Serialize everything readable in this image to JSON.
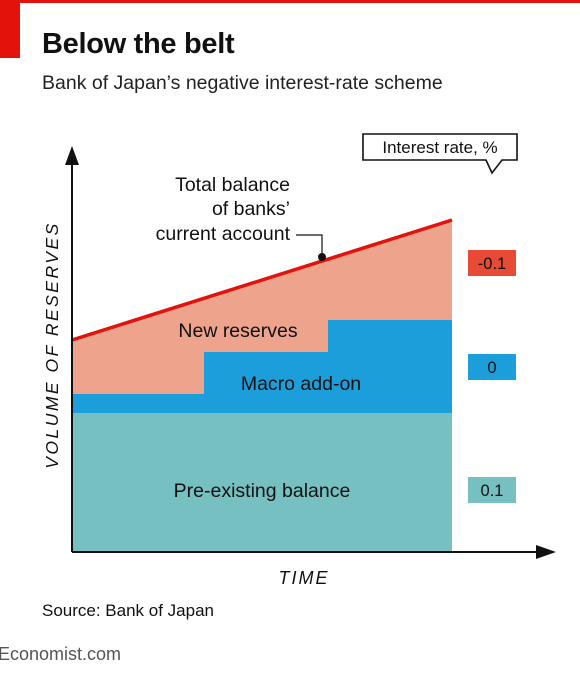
{
  "header": {
    "title": "Below the belt",
    "subtitle": "Bank of Japan’s negative interest-rate scheme"
  },
  "diagram": {
    "y_axis_label": "VOLUME OF RESERVES",
    "x_axis_label": "TIME",
    "total_line_label": [
      "Total balance",
      "of banks’",
      "current account"
    ],
    "interest_rate_title": "Interest rate, %",
    "layers": [
      {
        "label": "Pre-existing balance",
        "rate": "0.1",
        "color": "#76c0c1"
      },
      {
        "label": "Macro add-on",
        "rate": "0",
        "color": "#1b9ed9"
      },
      {
        "label": "New reserves",
        "rate": "-0.1",
        "color": "#eda38c"
      }
    ],
    "total_line_color": "#e3120b"
  },
  "footer": {
    "source": "Source: Bank of Japan",
    "brand": "Economist.com"
  }
}
